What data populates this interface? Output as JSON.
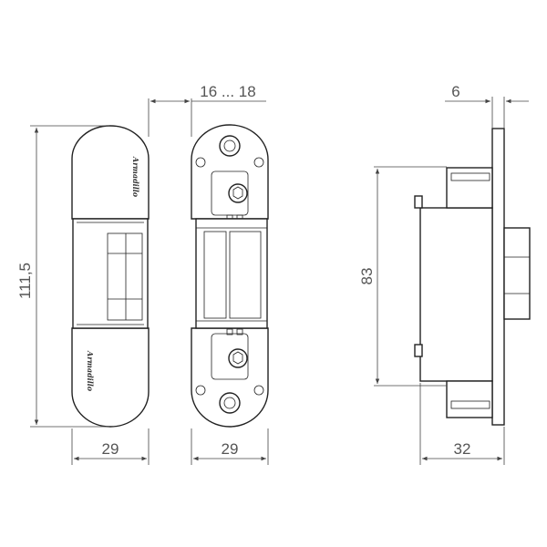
{
  "dimensions": {
    "width_left": "29",
    "width_middle": "29",
    "height_total": "111,5",
    "door_thickness": "16 ... 18",
    "depth": "32",
    "mount_height": "83",
    "plate_thickness": "6"
  },
  "brand": "Armadillo",
  "colors": {
    "line": "#222222",
    "dimension_text": "#555555"
  }
}
